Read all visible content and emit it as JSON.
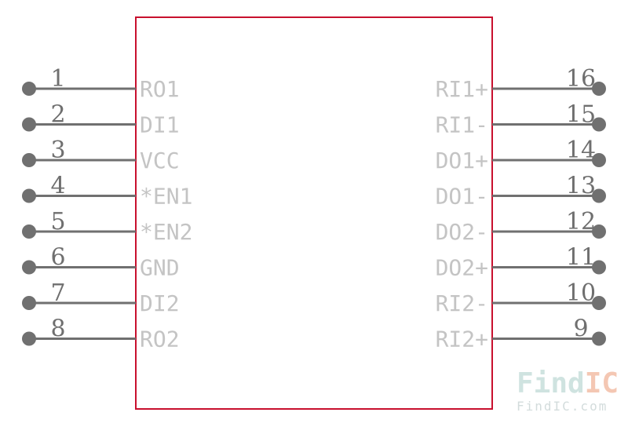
{
  "component": {
    "left_pins": [
      {
        "number": "1",
        "label": "RO1"
      },
      {
        "number": "2",
        "label": "DI1"
      },
      {
        "number": "3",
        "label": "VCC"
      },
      {
        "number": "4",
        "label": "*EN1"
      },
      {
        "number": "5",
        "label": "*EN2"
      },
      {
        "number": "6",
        "label": "GND"
      },
      {
        "number": "7",
        "label": "DI2"
      },
      {
        "number": "8",
        "label": "RO2"
      }
    ],
    "right_pins": [
      {
        "number": "16",
        "label": "RI1+"
      },
      {
        "number": "15",
        "label": "RI1-"
      },
      {
        "number": "14",
        "label": "DO1+"
      },
      {
        "number": "13",
        "label": "DO1-"
      },
      {
        "number": "12",
        "label": "DO2-"
      },
      {
        "number": "11",
        "label": "DO2+"
      },
      {
        "number": "10",
        "label": "RI2-"
      },
      {
        "number": "9",
        "label": "RI2+"
      }
    ],
    "colors": {
      "body_outline": "#c8102e",
      "pin_line": "#707070",
      "pin_number": "#6f6f6f",
      "pin_label": "#c4c4c4"
    }
  },
  "watermark": {
    "logo_part1": "Find",
    "logo_part2": "IC",
    "url": "FindIC.com",
    "colors": {
      "part1": "#cfe3e0",
      "part2": "#f4c7b3"
    }
  }
}
